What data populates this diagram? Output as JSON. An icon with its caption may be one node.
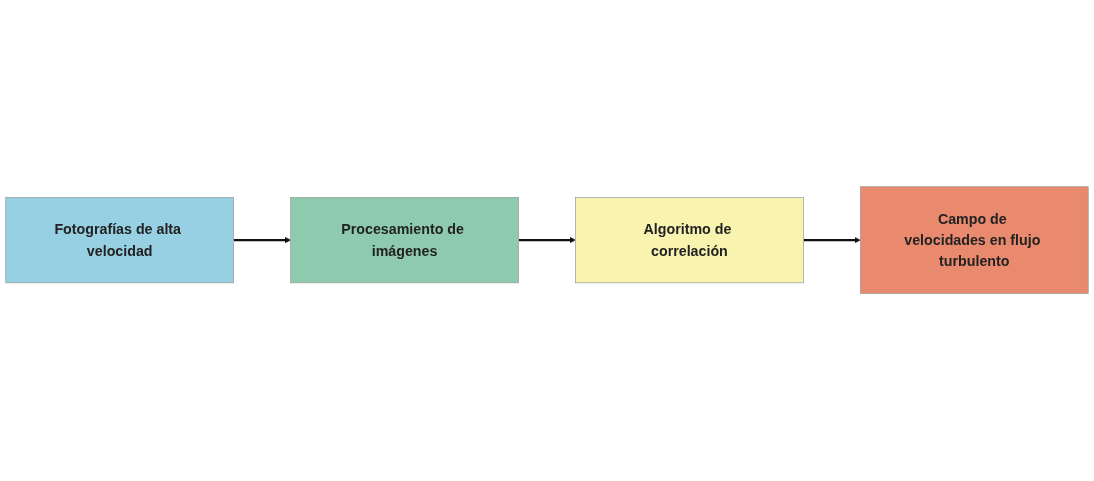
{
  "diagram": {
    "nodes": [
      {
        "text": [
          "Fotografías de alta velocidad"
        ]
      },
      {
        "text": [
          "Procesamiento de imágenes"
        ]
      },
      {
        "text": [
          "Algoritmo de correlación"
        ]
      },
      {
        "text": [
          "Campo de velocidades en flujo turbulento"
        ]
      }
    ],
    "edges": [
      {
        "from": 0,
        "to": 1,
        "arrow": "to"
      },
      {
        "from": 1,
        "to": 2,
        "arrow": "to"
      },
      {
        "from": 2,
        "to": 3,
        "arrow": "to"
      }
    ]
  }
}
